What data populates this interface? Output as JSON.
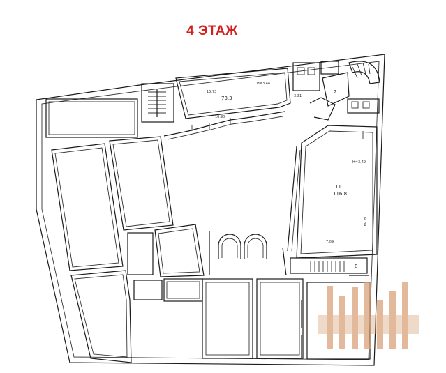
{
  "title": "4 ЭТАЖ",
  "rooms": {
    "top_hall_area": "73.3",
    "top_hall_height": "H=3.44",
    "top_hall_len": "15.73",
    "top_hall_len2": "16.90",
    "small_room_dim": "3.31",
    "big_hall_number": "11",
    "big_hall_area": "116.8",
    "big_hall_height": "H=3.49",
    "big_hall_len": "14.34",
    "big_hall_width": "7.09",
    "stair_number": "8",
    "room_2": "2"
  },
  "colors": {
    "title": "#d42020",
    "watermark": "#d9a27a"
  }
}
